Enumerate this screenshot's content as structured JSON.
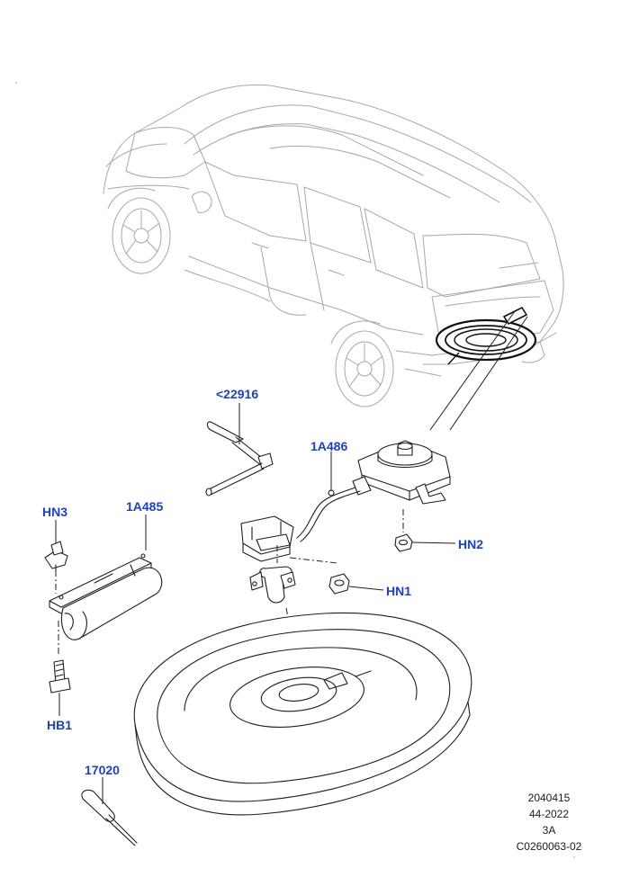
{
  "diagram": {
    "callouts": [
      {
        "id": "22916",
        "label": "<22916"
      },
      {
        "id": "1A486",
        "label": "1A486"
      },
      {
        "id": "HN3",
        "label": "HN3"
      },
      {
        "id": "1A485",
        "label": "1A485"
      },
      {
        "id": "HN2",
        "label": "HN2"
      },
      {
        "id": "HN1",
        "label": "HN1"
      },
      {
        "id": "HB1",
        "label": "HB1"
      },
      {
        "id": "17020",
        "label": "17020"
      }
    ],
    "callout_color": "#1a3fd6",
    "line_color": "#1e1e1e",
    "ghost_line_color": "#a8a8a8"
  },
  "reference_block": {
    "line1": "2040415",
    "line2": "44-2022",
    "line3": "3A",
    "line4": "C0260063-02"
  }
}
